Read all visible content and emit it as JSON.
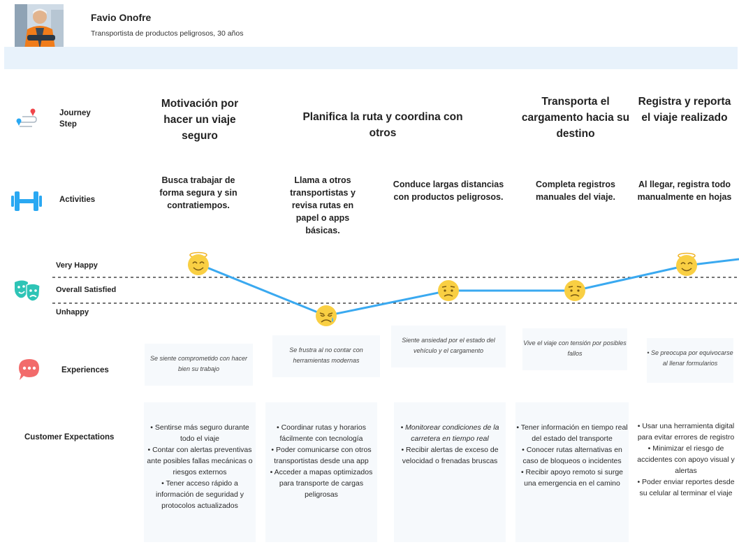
{
  "persona": {
    "name": "Favio Onofre",
    "description": "Transportista de productos peligrosos, 30 años"
  },
  "rows": {
    "journey_step": "Journey Step",
    "activities": "Activities",
    "experiences": "Experiences",
    "customer_expectations": "Customer Expectations"
  },
  "emotion_levels": {
    "very_happy": "Very Happy",
    "overall_satisfied": "Overall Satisfied",
    "unhappy": "Unhappy"
  },
  "stages": [
    "Motivación por hacer un viaje seguro",
    "Planifica la ruta y coordina con otros",
    "Transporta el cargamento hacia su destino",
    "Registra y reporta el viaje realizado"
  ],
  "activities": [
    "Busca trabajar de forma segura y sin contratiempos.",
    "Llama a otros transportistas y revisa rutas en papel o apps básicas.",
    "Conduce largas distancias con productos peligrosos.",
    "Completa registros manuales del viaje.",
    "Al llegar, registra todo manualmente en hojas"
  ],
  "experiences": [
    "Se siente comprometido con hacer bien su trabajo",
    "Se frustra al no contar con herramientas modernas",
    "Siente ansiedad por el estado del vehículo y el cargamento",
    "Vive el viaje con tensión por posibles fallos",
    "• Se preocupa por equivocarse al llenar formularios"
  ],
  "emotions": [
    {
      "level": "very_happy",
      "face": "happy"
    },
    {
      "level": "unhappy",
      "face": "sad"
    },
    {
      "level": "overall_satisfied",
      "face": "worried"
    },
    {
      "level": "overall_satisfied",
      "face": "worried"
    },
    {
      "level": "very_happy",
      "face": "happy"
    }
  ],
  "expectations": [
    [
      "• Sentirse más seguro durante todo el viaje",
      "• Contar con alertas preventivas ante posibles fallas mecánicas o riesgos externos",
      "• Tener acceso rápido a información de seguridad y protocolos actualizados"
    ],
    [
      "• Coordinar rutas y horarios fácilmente con tecnología",
      "• Poder comunicarse con otros transportistas desde una app",
      "• Acceder a mapas optimizados para transporte de cargas peligrosas"
    ],
    [
      "• Monitorear condiciones de la carretera en tiempo real",
      "• Recibir alertas de exceso de velocidad o frenadas bruscas"
    ],
    [
      "• Tener información en tiempo real del estado del transporte",
      "• Conocer rutas alternativas en caso de bloqueos o incidentes",
      "• Recibir apoyo remoto si surge una emergencia en el camino"
    ],
    [
      "• Usar una herramienta digital para evitar errores de registro",
      "• Minimizar el riesgo de accidentes con apoyo visual y alertas",
      "• Poder enviar reportes desde su celular al terminar el viaje"
    ]
  ],
  "colors": {
    "line": "#3aa9f0",
    "face": "#f9cf43",
    "icon_blue": "#2aa8f2",
    "icon_teal": "#2ec4b6",
    "icon_chat": "#f26b6b",
    "band": "#e8f2fb"
  }
}
